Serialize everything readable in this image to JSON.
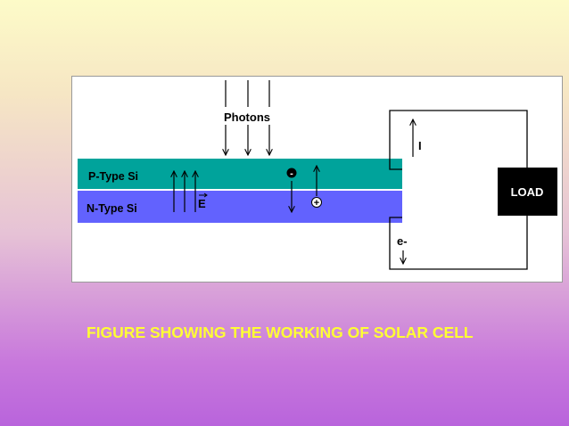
{
  "diagram": {
    "photons_label": "Photons",
    "p_layer_label": "P-Type Si",
    "n_layer_label": "N-Type Si",
    "field_label": "E",
    "current_label": "I",
    "electron_label": "e-",
    "load_label": "LOAD",
    "negative_charge": "-",
    "positive_charge": "+",
    "colors": {
      "p_layer": "#00a39b",
      "n_layer": "#6262fe",
      "load_box": "#000000"
    }
  },
  "caption": "FIGURE SHOWING THE WORKING OF SOLAR CELL"
}
